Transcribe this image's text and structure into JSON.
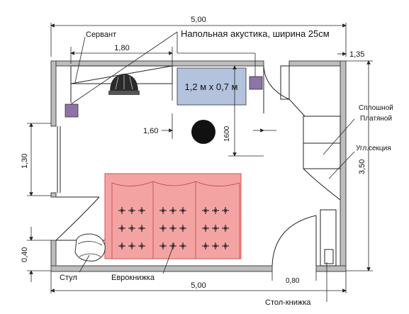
{
  "dimensions": {
    "top_width": "5,00",
    "bottom_width": "5,00",
    "servant_width": "1,80",
    "right_offset": "1,35",
    "left_gap": "1,60",
    "table_depth": "1600",
    "left_height": "1,30",
    "left_small": "0,40",
    "right_height": "3,50",
    "bottom_small": "0,80"
  },
  "labels": {
    "servant": "Сервант",
    "acoustics": "Напольная акустика, ширина 25см",
    "table": "1,2 м х 0,7 м",
    "wardrobe_line1": "Сплошной",
    "wardrobe_line2": "Платяной",
    "corner": "Угл.секция",
    "chair": "Стул",
    "sofa": "Еврокнижка",
    "desk": "Стол-книжка"
  },
  "colors": {
    "sofa_fill": "#f4a3a3",
    "sofa_border": "#d94f4f",
    "table_fill": "#b3c3de",
    "speaker_fill": "#8f73a8",
    "wall": "#bdbdbd"
  },
  "icons": [
    "ceiling-lamp-icon",
    "chair-top-icon",
    "sparkle-icon",
    "door-swing-icon"
  ]
}
